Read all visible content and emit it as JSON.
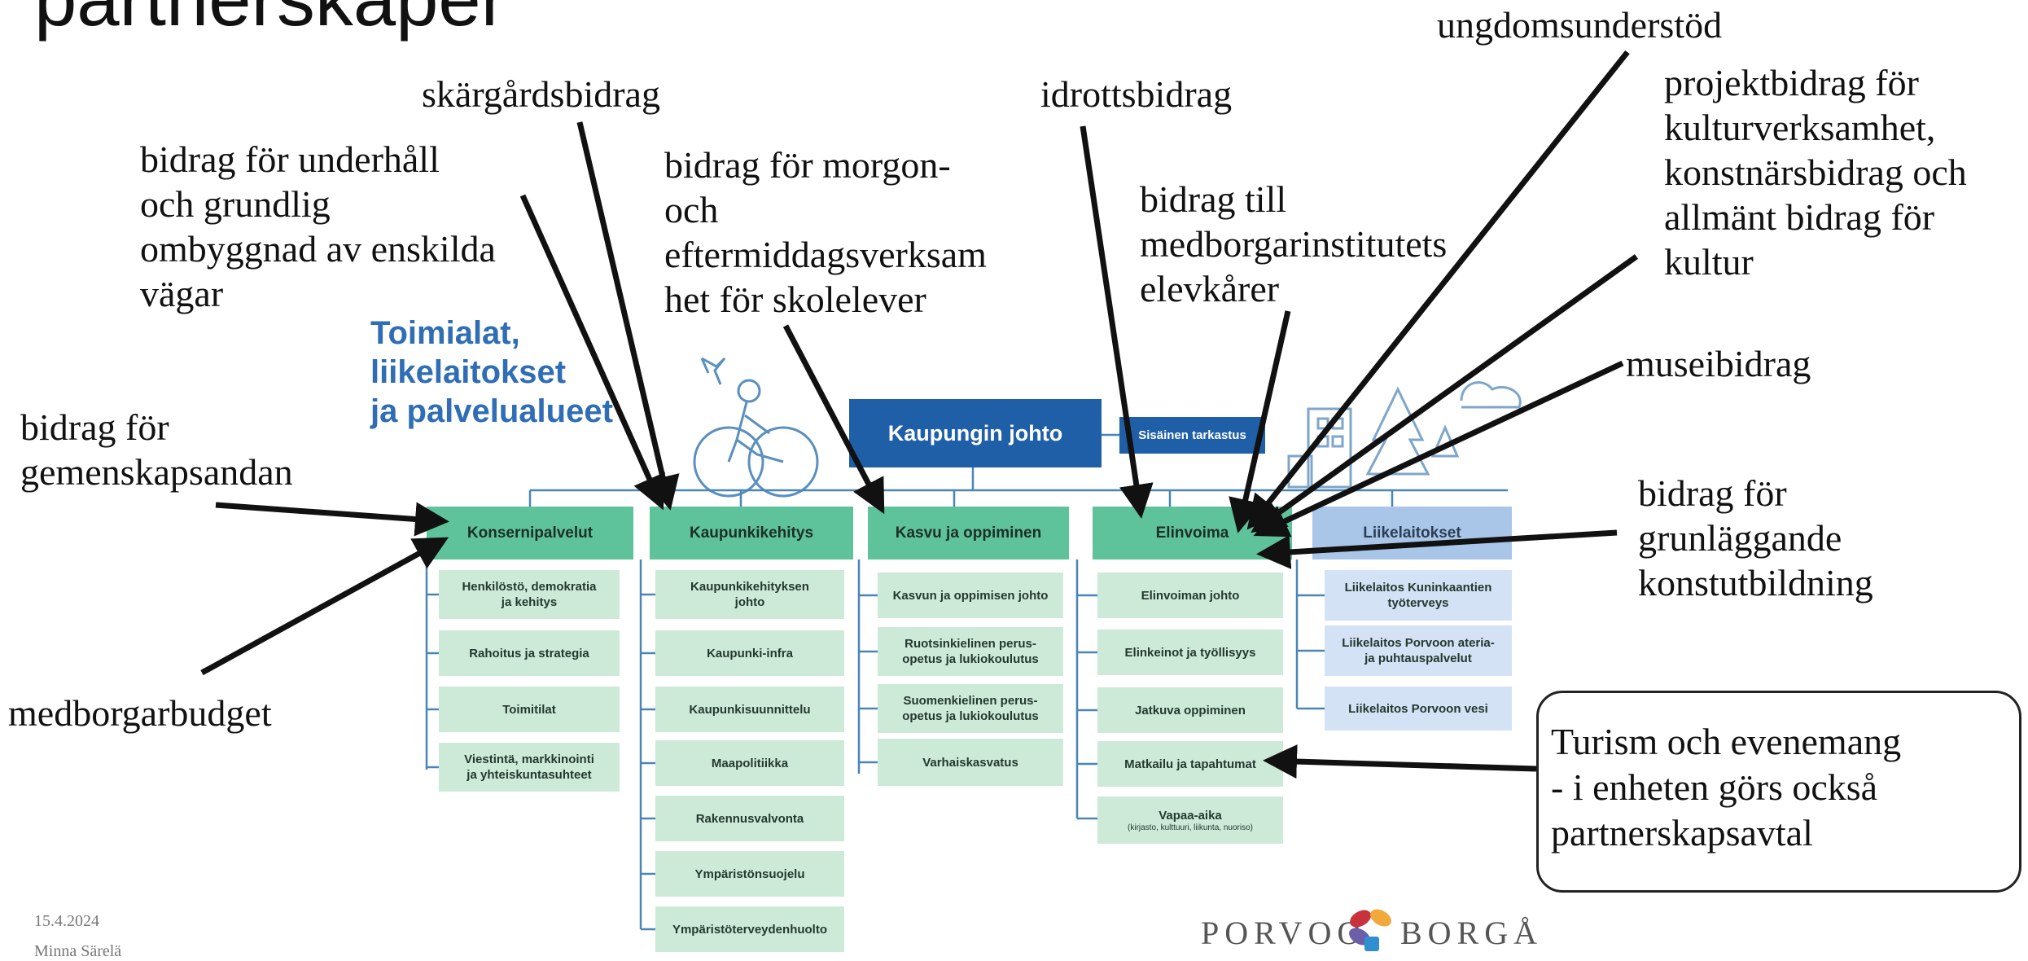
{
  "slide": {
    "title": "partnerskaper",
    "date": "15.4.2024",
    "author": "Minna Särelä"
  },
  "annotations": {
    "ungdomsunderstod": "ungdomsunderstöd",
    "skargardsbidrag": "skärgårdsbidrag",
    "idrottsbidrag": "idrottsbidrag",
    "projektbidrag": [
      "projektbidrag för",
      "kulturverksamhet,",
      "konstnärsbidrag och",
      "allmänt bidrag för",
      "kultur"
    ],
    "underhall": [
      "bidrag för underhåll",
      "och grundlig",
      "ombyggnad av enskilda",
      "vägar"
    ],
    "morgon": [
      "bidrag för morgon-",
      "och",
      "eftermiddagsverksam",
      "het för skolelever"
    ],
    "medborgarinstitut": [
      "bidrag till",
      "medborgarinstitutets",
      "elevkårer"
    ],
    "museibidrag": "museibidrag",
    "gemenskap": [
      "bidrag för",
      "gemenskapsandan"
    ],
    "konstutbildning": [
      "bidrag för",
      "grunläggande",
      "konstutbildning"
    ],
    "medborgarbudget": "medborgarbudget",
    "callout": [
      "Turism och evenemang",
      "- i enheten görs också",
      "partnerskapsavtal"
    ]
  },
  "org_chart": {
    "heading": [
      "Toimialat,",
      "liikelaitokset",
      "ja palvelualueet"
    ],
    "top": "Kaupungin johto",
    "audit": "Sisäinen tarkastus",
    "columns": [
      {
        "header": "Konsernipalvelut",
        "items": [
          "Henkilöstö, demokratia\nja kehitys",
          "Rahoitus ja strategia",
          "Toimitilat",
          "Viestintä, markkinointi\nja yhteiskuntasuhteet"
        ]
      },
      {
        "header": "Kaupunkikehitys",
        "items": [
          "Kaupunkikehityksen\njohto",
          "Kaupunki-infra",
          "Kaupunkisuunnittelu",
          "Maapolitiikka",
          "Rakennusvalvonta",
          "Ympäristönsuojelu",
          "Ympäristöterveydenhuolto"
        ]
      },
      {
        "header": "Kasvu ja oppiminen",
        "items": [
          "Kasvun ja oppimisen johto",
          "Ruotsinkielinen perus-\nopetus ja lukiokoulutus",
          "Suomenkielinen perus-\nopetus ja lukiokoulutus",
          "Varhaiskasvatus"
        ]
      },
      {
        "header": "Elinvoima",
        "items": [
          "Elinvoiman johto",
          "Elinkeinot ja työllisyys",
          "Jatkuva oppiminen",
          "Matkailu ja tapahtumat",
          "Vapaa-aika"
        ],
        "note": "(kirjasto, kulttuuri, liikunta, nuoriso)"
      },
      {
        "header": "Liikelaitokset",
        "items": [
          "Liikelaitos Kuninkaantien\ntyöterveys",
          "Liikelaitos Porvoon ateria-\nja puhtauspalvelut",
          "Liikelaitos Porvoon vesi"
        ]
      }
    ]
  },
  "logo": {
    "left": "PORVOO",
    "right": "BORGÅ",
    "colors": [
      "#c8323c",
      "#f2a93b",
      "#6a5fa8",
      "#2f8fd0"
    ]
  },
  "colors": {
    "top_box": "#1f5fa8",
    "header_green": "#5ec39a",
    "item_green": "#cdead9",
    "header_blue": "#a9c6e8",
    "item_blue": "#d3e2f4",
    "heading_blue": "#2f6db5",
    "connector": "#4a86b4"
  }
}
